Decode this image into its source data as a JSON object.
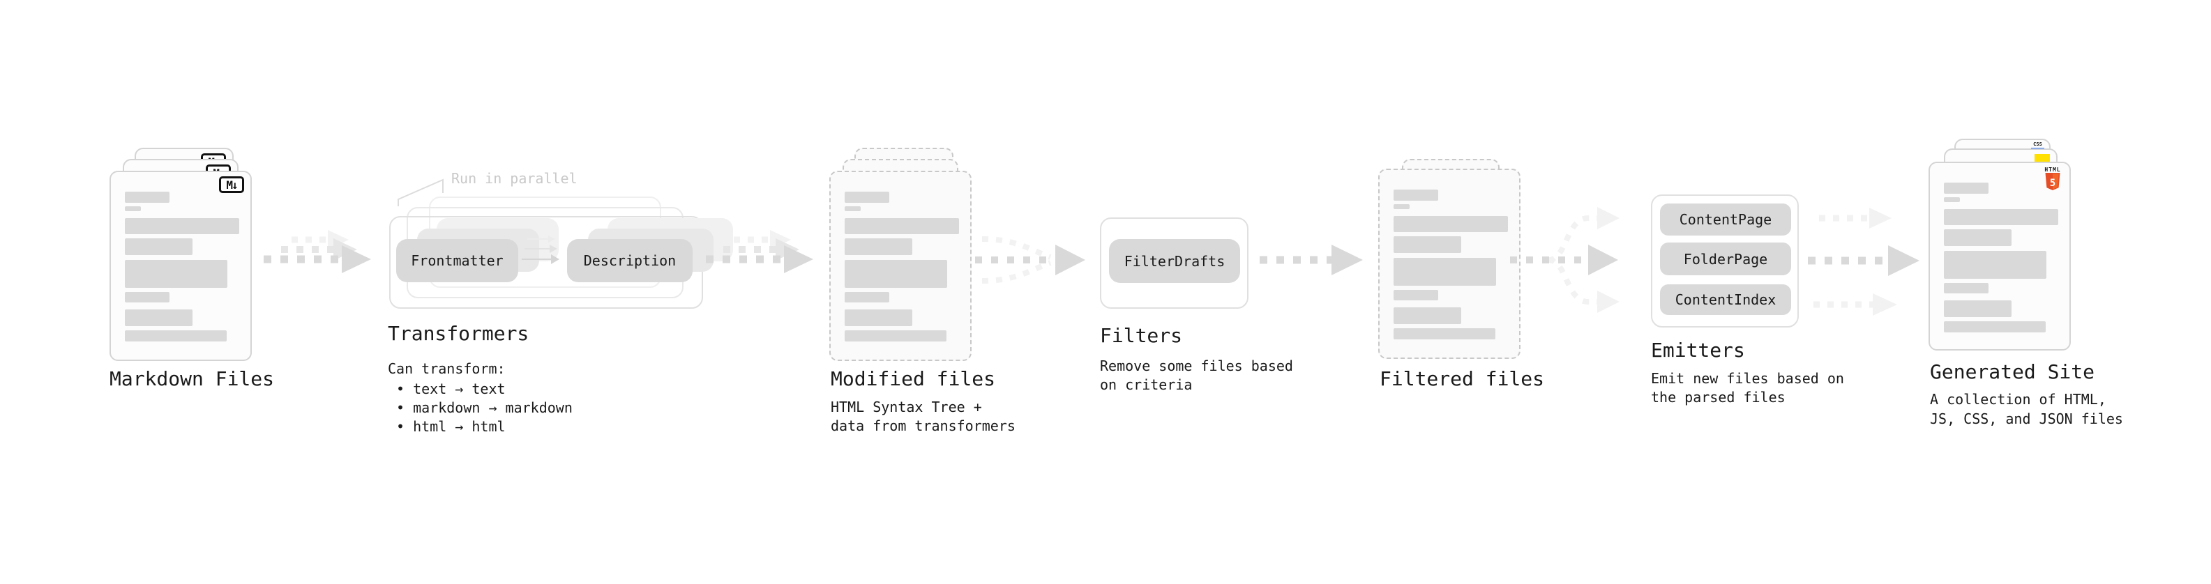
{
  "stages": {
    "markdown": {
      "label": "Markdown Files"
    },
    "transformers": {
      "label": "Transformers",
      "note": "Run in parallel",
      "node_frontmatter": "Frontmatter",
      "node_description": "Description",
      "caption": "Can transform:",
      "bullet1": "• text → text",
      "bullet2": "• markdown → markdown",
      "bullet3": "• html → html"
    },
    "modified": {
      "label": "Modified files",
      "caption1": "HTML Syntax Tree +",
      "caption2": "data from transformers"
    },
    "filters": {
      "label": "Filters",
      "node": "FilterDrafts",
      "caption1": "Remove some files based",
      "caption2": "on criteria"
    },
    "filtered": {
      "label": "Filtered files"
    },
    "emitters": {
      "label": "Emitters",
      "node1": "ContentPage",
      "node2": "FolderPage",
      "node3": "ContentIndex",
      "caption1": "Emit new files based on",
      "caption2": "the parsed files"
    },
    "site": {
      "label": "Generated Site",
      "caption1": "A collection of HTML,",
      "caption2": "JS, CSS, and JSON files"
    }
  },
  "icons": {
    "markdown": "M↓",
    "html_word": "HTML",
    "html_number": "5",
    "css_word": "CSS"
  },
  "colors": {
    "text": "#1a1a1a",
    "muted": "#c9c9c9",
    "bar": "#d9d9d9",
    "pill": "#d9d9d9",
    "pill_ghost1": "#e8e8e8",
    "pill_ghost2": "#f1f1f1",
    "card_border": "#d4d4d4",
    "card_bg": "#fcfcfc",
    "dashed_border": "#c8c8c8",
    "dashed_bg": "#fafafa",
    "box_border": "#e0e0e0",
    "box_border_mid": "#e9e9e9",
    "box_border_back": "#efefef",
    "arrow_dark": "#d9d9d9",
    "arrow_mid": "#e6e6e6",
    "arrow_light": "#f2f2f2",
    "html5": "#e44d26",
    "html5_light": "#f16529",
    "js_yellow": "#ffe000",
    "css_blue": "#2970ff",
    "ink": "#111111"
  }
}
